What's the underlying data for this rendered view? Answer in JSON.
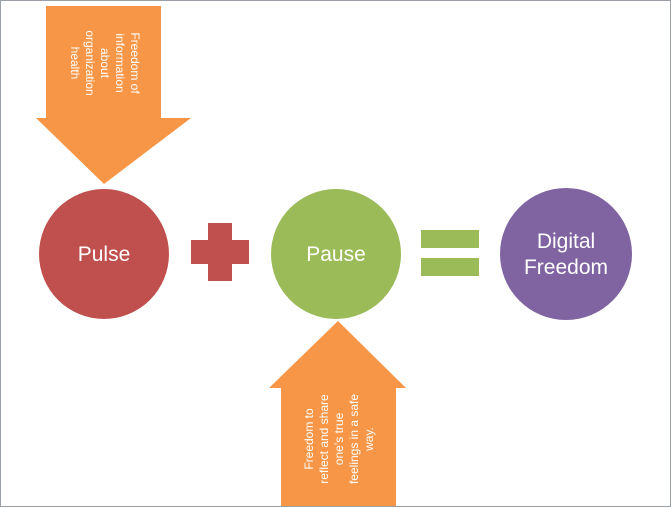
{
  "diagram": {
    "nodes": {
      "pulse": {
        "label": "Pulse",
        "color": "#c0504d"
      },
      "pause": {
        "label": "Pause",
        "color": "#9bbb59"
      },
      "digital_freedom": {
        "label_lines": [
          "Digital",
          "Freedom"
        ],
        "color": "#8064a2"
      }
    },
    "operators": {
      "plus_color": "#c0504d",
      "equals_color": "#9bbb59"
    },
    "arrows": {
      "top": {
        "color": "#f79646",
        "direction": "down",
        "text_lines": [
          "Freedom of",
          "information",
          "about",
          "organization",
          "health"
        ]
      },
      "bottom": {
        "color": "#f79646",
        "direction": "up",
        "text_lines": [
          "Freedom to",
          "reflect and share",
          "one’s true",
          "feelings in a safe",
          "way."
        ]
      }
    }
  }
}
